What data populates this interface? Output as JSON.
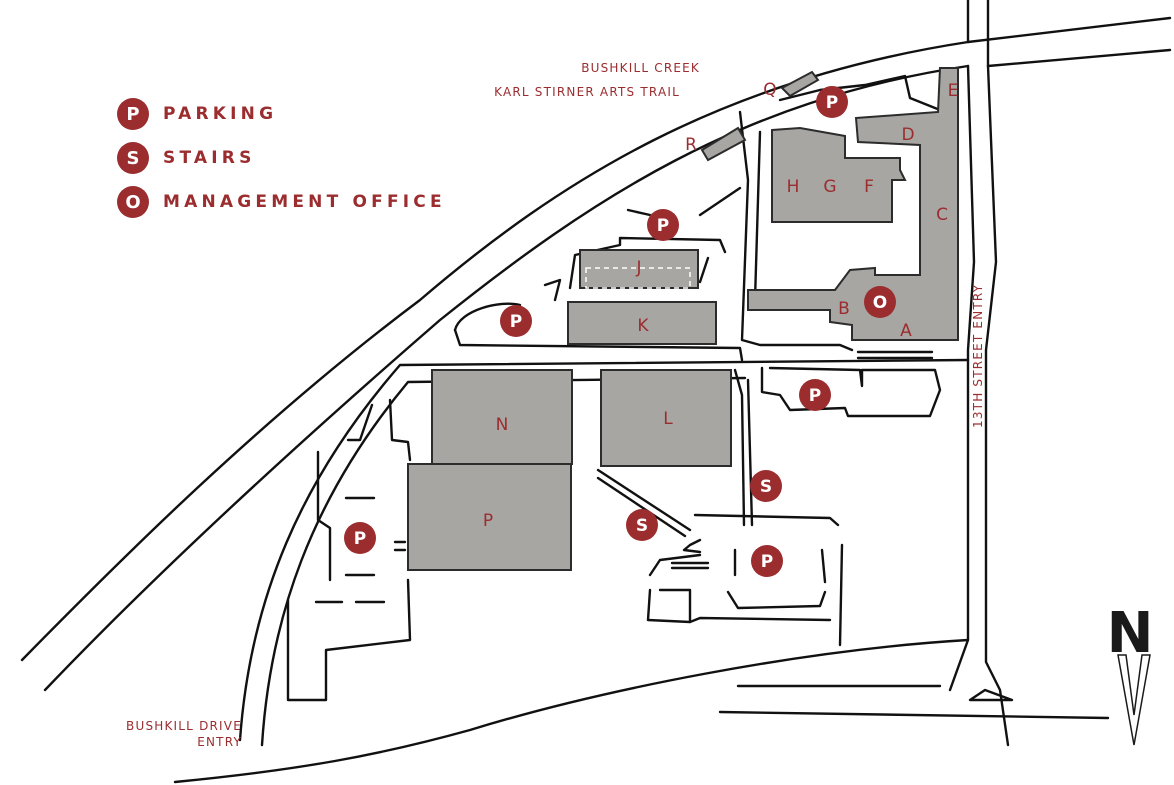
{
  "legend": {
    "items": [
      {
        "symbol": "P",
        "label": "PARKING"
      },
      {
        "symbol": "S",
        "label": "STAIRS"
      },
      {
        "symbol": "O",
        "label": "MANAGEMENT OFFICE"
      }
    ]
  },
  "streets": {
    "bushkill_creek": "BUSHKILL CREEK",
    "arts_trail": "KARL STIRNER ARTS TRAIL",
    "thirteenth": "13TH STREET ENTRY",
    "bushkill_drive_1": "BUSHKILL DRIVE",
    "bushkill_drive_2": "ENTRY"
  },
  "buildings": {
    "A": "A",
    "B": "B",
    "C": "C",
    "D": "D",
    "E": "E",
    "F": "F",
    "G": "G",
    "H": "H",
    "J": "J",
    "K": "K",
    "L": "L",
    "N": "N",
    "P": "P",
    "Q": "Q",
    "R": "R"
  },
  "markers": {
    "parking": "P",
    "stairs": "S",
    "office": "O"
  },
  "north_arrow": "N",
  "colors": {
    "accent": "#9b2d2f",
    "building_fill": "#a7a6a3",
    "road_line": "#111111"
  }
}
